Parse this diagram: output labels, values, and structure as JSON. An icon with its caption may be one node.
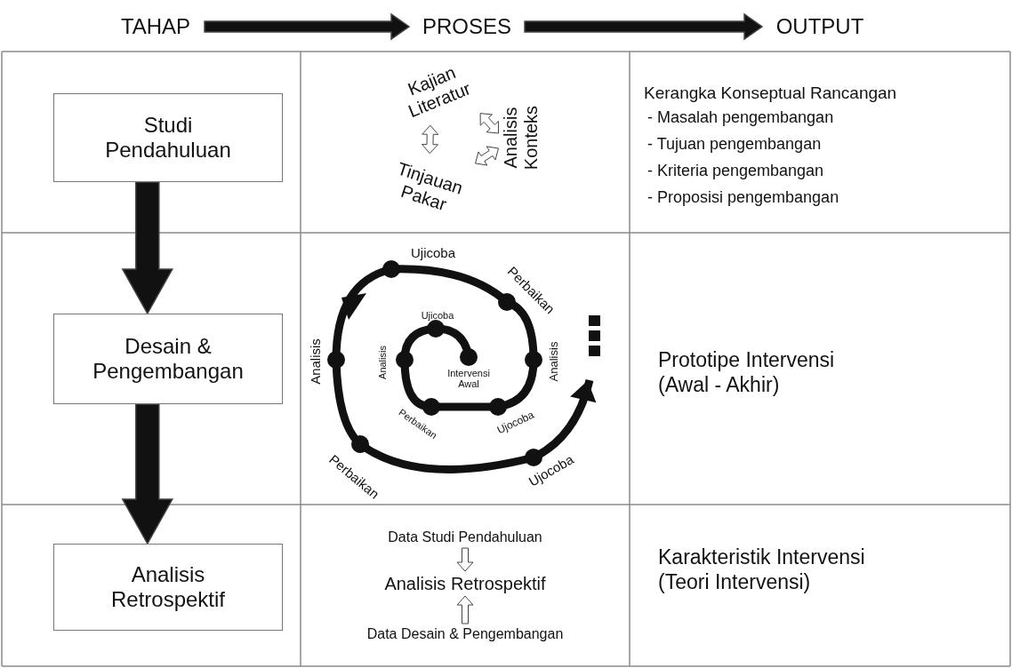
{
  "diagram": {
    "nodes": [
      {
        "text": [
          "TAHAP"
        ]
      },
      {
        "text": [
          "PROSES"
        ]
      },
      {
        "text": [
          "OUTPUT"
        ]
      },
      {
        "text": [
          "Studi Pendahuluan"
        ]
      },
      {
        "text": [
          "Desain & Pengembangan"
        ]
      },
      {
        "text": [
          "Analisis Retrospektif"
        ]
      },
      {
        "text": [
          "Kajian Literatur"
        ]
      },
      {
        "text": [
          "Analisis Konteks"
        ]
      },
      {
        "text": [
          "Tinjauan Pakar"
        ]
      },
      {
        "text": [
          "Data Studi Pendahuluan"
        ]
      },
      {
        "text": [
          "Analisis Retrospektif"
        ]
      },
      {
        "text": [
          "Data Desain & Pengembangan"
        ]
      }
    ],
    "edges": [
      {
        "from": 0,
        "to": 1,
        "arrow": "to",
        "style": "thick",
        "color": "#111111"
      },
      {
        "from": 1,
        "to": 2,
        "arrow": "to",
        "style": "thick",
        "color": "#111111"
      },
      {
        "from": 3,
        "to": 4,
        "arrow": "to",
        "style": "thick",
        "color": "#111111"
      },
      {
        "from": 4,
        "to": 5,
        "arrow": "to",
        "style": "thick",
        "color": "#111111"
      },
      {
        "from": 6,
        "to": 7,
        "arrow": "both"
      },
      {
        "from": 8,
        "to": 7,
        "arrow": "both"
      },
      {
        "from": 6,
        "to": 8,
        "arrow": "both"
      },
      {
        "from": 9,
        "to": 10,
        "arrow": "to"
      },
      {
        "from": 11,
        "to": 10,
        "arrow": "to"
      }
    ],
    "labels": [
      "Kerangka Konseptual Rancangan",
      "- Masalah pengembangan",
      "- Tujuan pengembangan",
      "- Kriteria pengembangan",
      "- Proposisi pengembangan",
      "Ujicoba",
      "Perbaikan",
      "Ujicoba",
      "Analisis",
      "Analisis",
      "Intervensi Awal",
      "Analisis",
      "Perbaikan",
      "Ujocoba",
      "Perbaikan",
      "Ujocoba",
      "Prototipe Intervensi (Awal - Akhir)",
      "Karakteristik Intervensi (Teori Intervensi)"
    ]
  }
}
